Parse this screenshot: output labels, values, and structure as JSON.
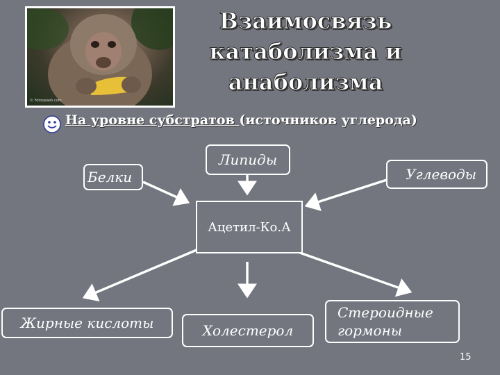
{
  "title_lines": [
    "Взаимосвязь",
    "катаболизма и",
    "анаболизма"
  ],
  "subtitle": {
    "underlined": "На уровне субстратов ",
    "rest": "(источников углерода)"
  },
  "nodes": {
    "lipids": "Липиды",
    "proteins": "Белки",
    "carbs": "Углеводы",
    "center": "Ацетил-Ко.А",
    "fatty_acids": "Жирные кислоты",
    "cholesterol": "Холестерол",
    "steroids_line1": "Стероидные",
    "steroids_line2": "гормоны"
  },
  "photo_caption": "© Fotosplash.com",
  "page_number": "15"
}
